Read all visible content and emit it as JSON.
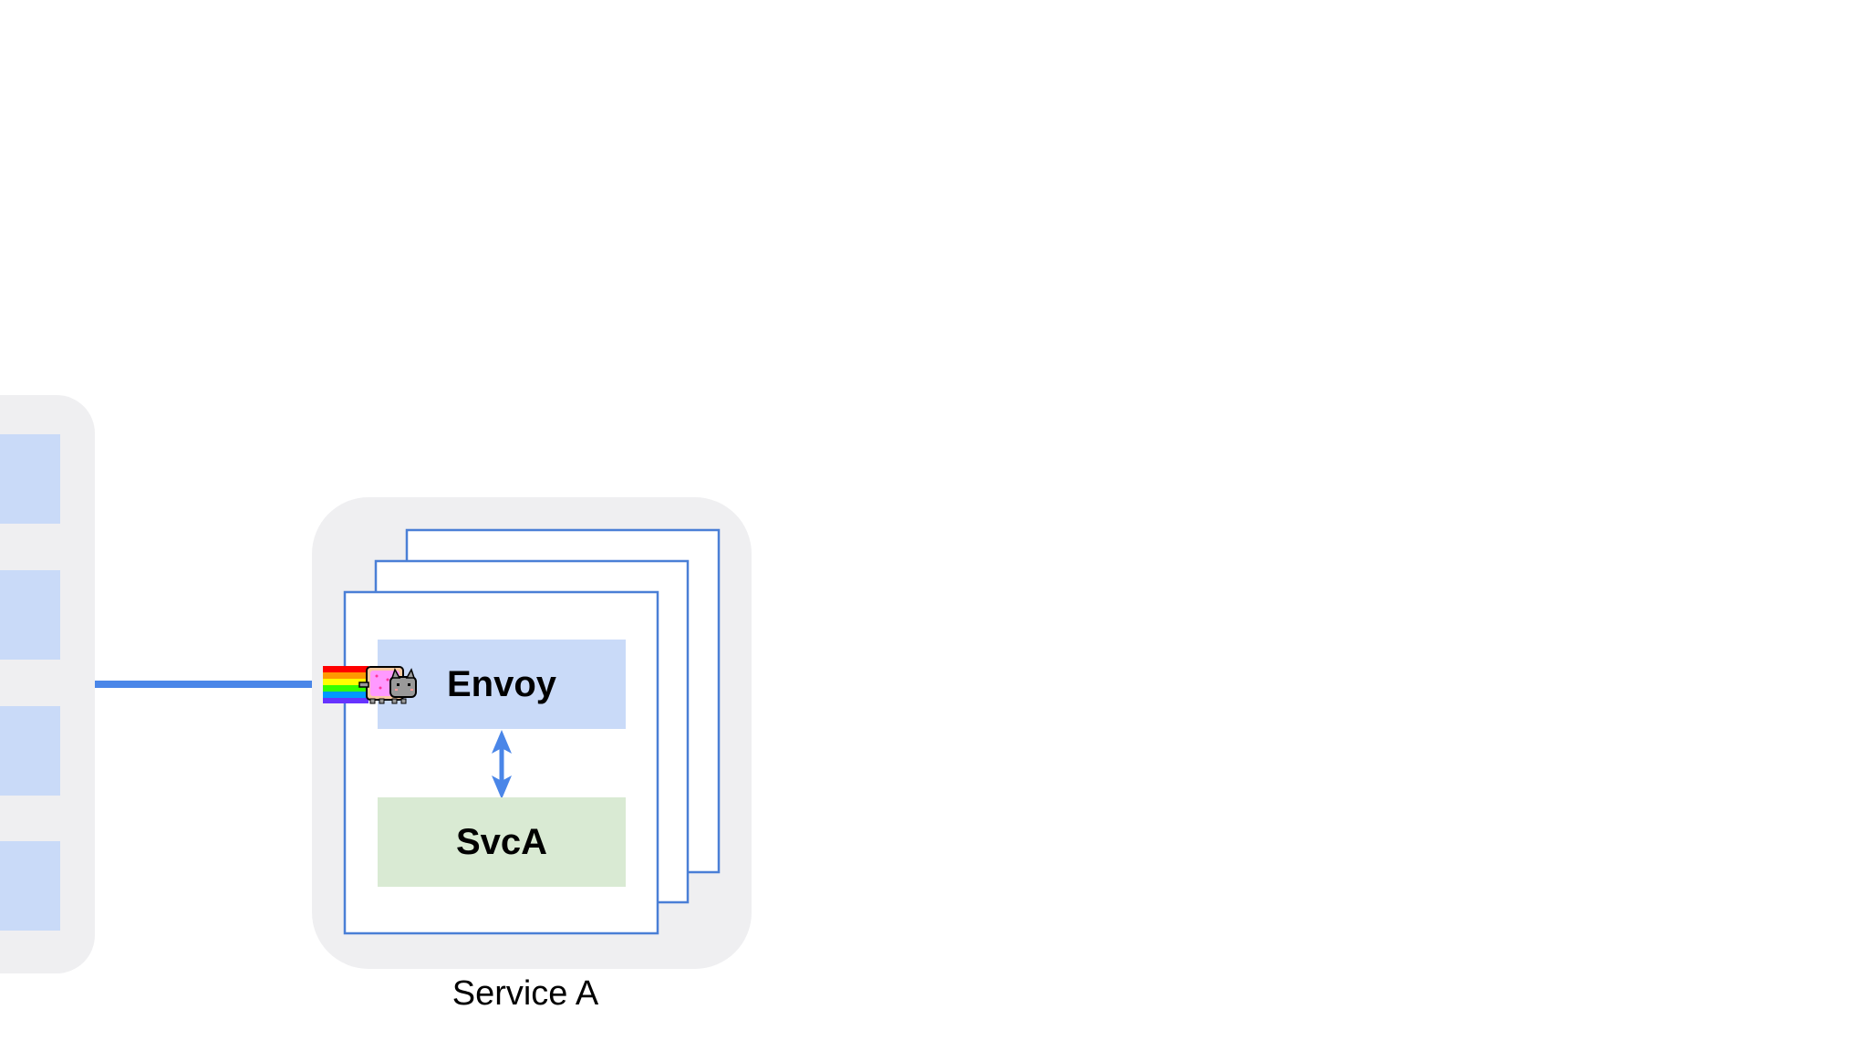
{
  "diagram": {
    "colors": {
      "background": "#ffffff",
      "group_background": "#efeff1",
      "box_stroke": "#4a7fd6",
      "envoy_fill": "#c9daf8",
      "svc_fill": "#d9ead3",
      "connector": "#4a86e8",
      "arrow": "#4a86e8",
      "text": "#000000"
    },
    "service_group": {
      "label": "Service A",
      "envoy_label": "Envoy",
      "svc_label": "SvcA"
    },
    "left_group": {
      "box_count": 4
    },
    "mascot": {
      "name": "nyan-cat-icon",
      "rainbow_colors": [
        "#ff0000",
        "#ff9900",
        "#ffff00",
        "#33ff00",
        "#0099ff",
        "#6633ff"
      ]
    }
  }
}
